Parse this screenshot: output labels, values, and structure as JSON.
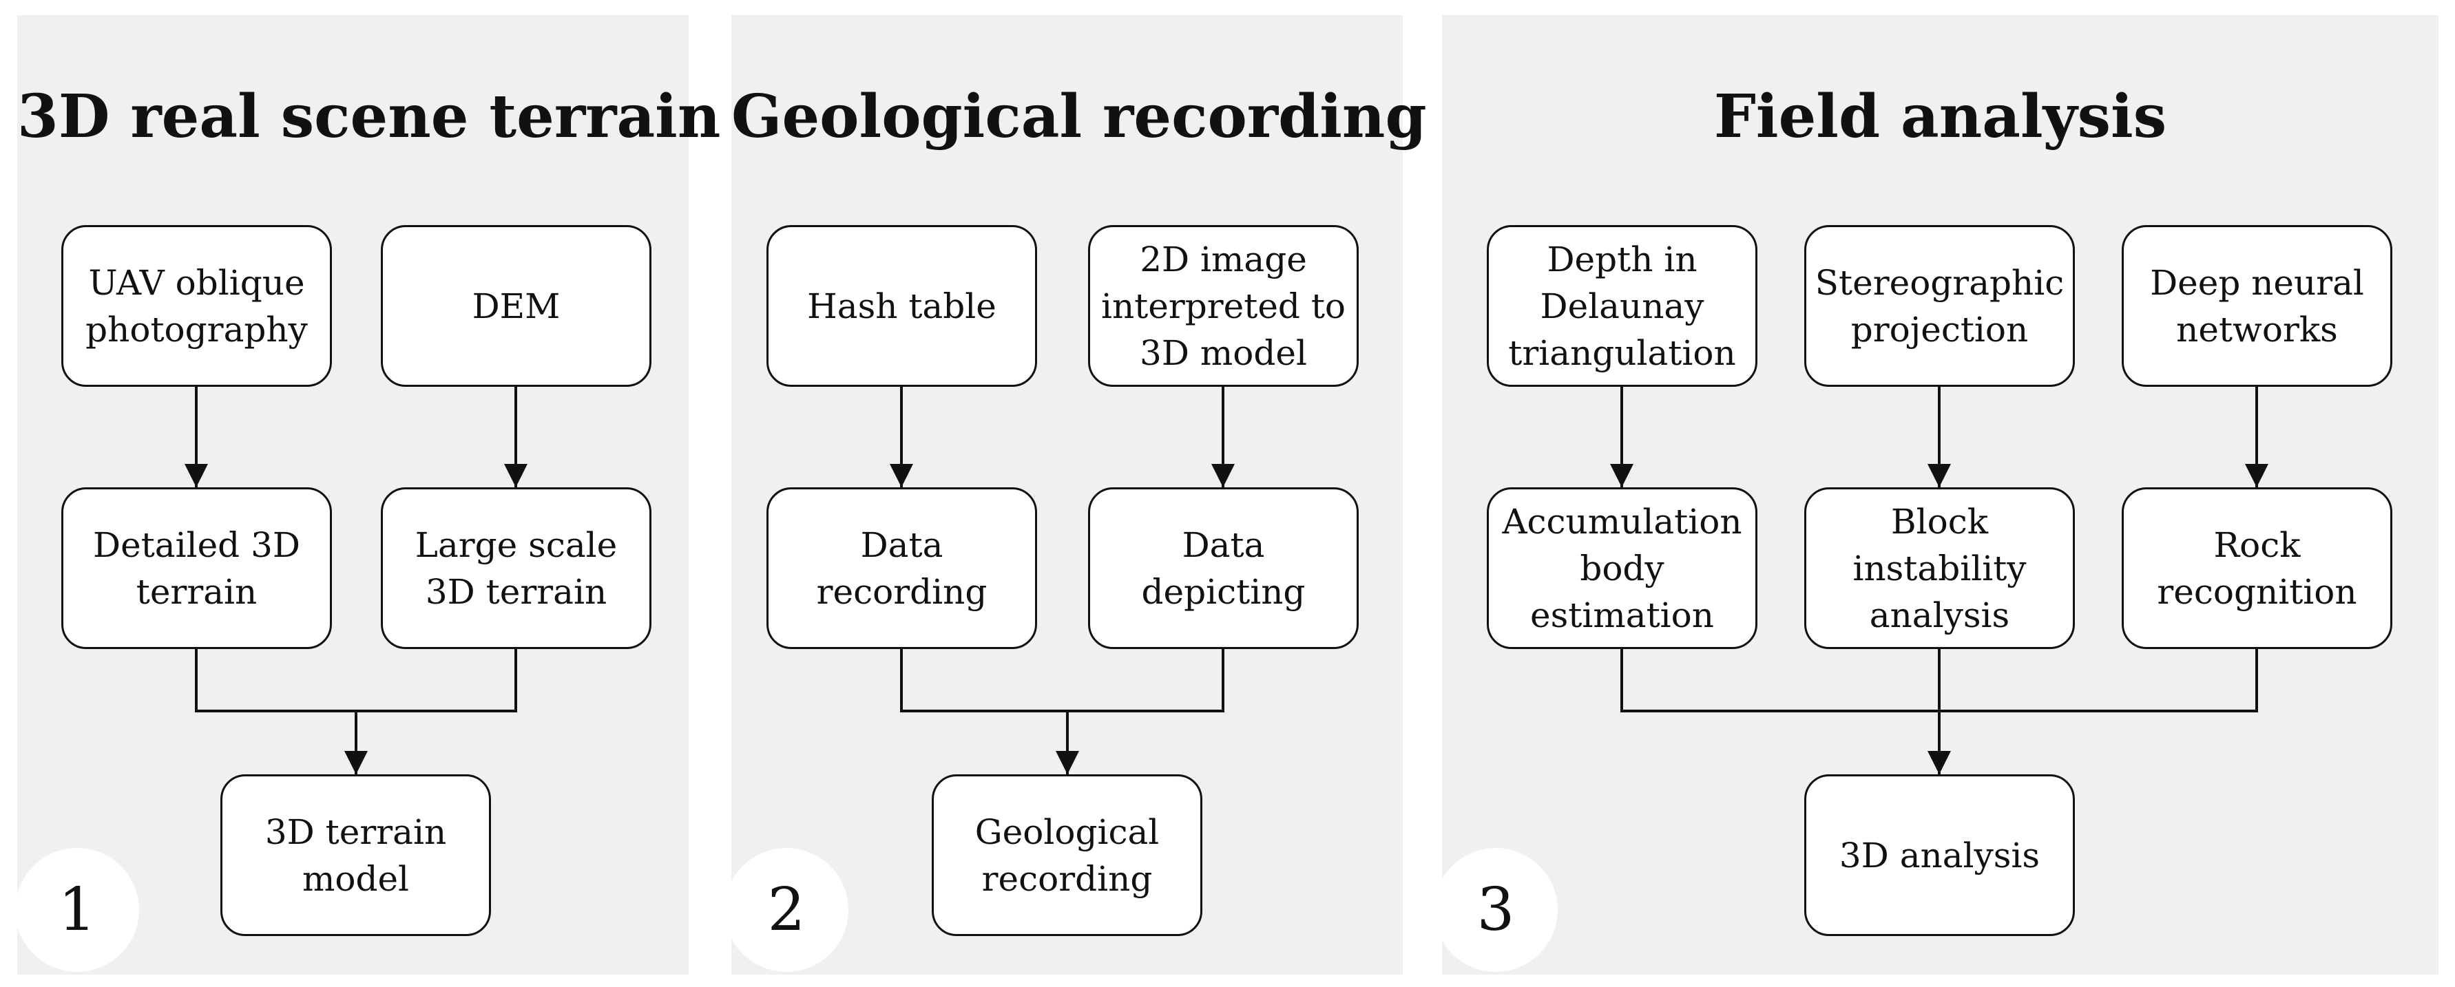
{
  "panels": [
    {
      "title": "3D real scene terrain",
      "number": "1",
      "boxes": [
        "UAV oblique\nphotography",
        "DEM",
        "Detailed 3D\nterrain",
        "Large scale\n3D terrain",
        "3D terrain\nmodel"
      ]
    },
    {
      "title": "Geological recording",
      "number": "2",
      "boxes": [
        "Hash table",
        "2D image\ninterpreted to\n3D model",
        "Data\nrecording",
        "Data\ndepicting",
        "Geological\nrecording"
      ]
    },
    {
      "title": "Field analysis",
      "number": "3",
      "boxes": [
        "Depth in\nDelaunay\ntriangulation",
        "Stereographic\nprojection",
        "Deep neural\nnetworks",
        "Accumulation\nbody\nestimation",
        "Block\ninstability\nanalysis",
        "Rock\nrecognition",
        "3D analysis"
      ]
    }
  ]
}
